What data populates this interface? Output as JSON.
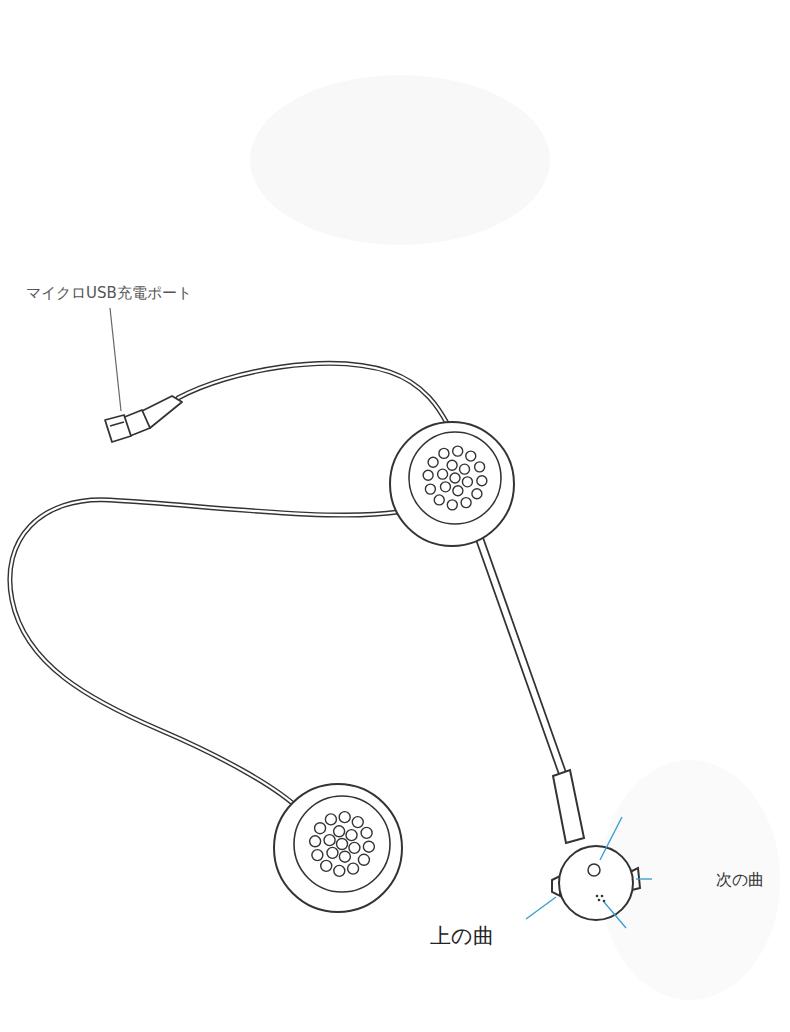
{
  "diagram": {
    "labels": [
      "マイクロUSB充電ポート",
      "次の曲",
      "上の曲"
    ]
  }
}
